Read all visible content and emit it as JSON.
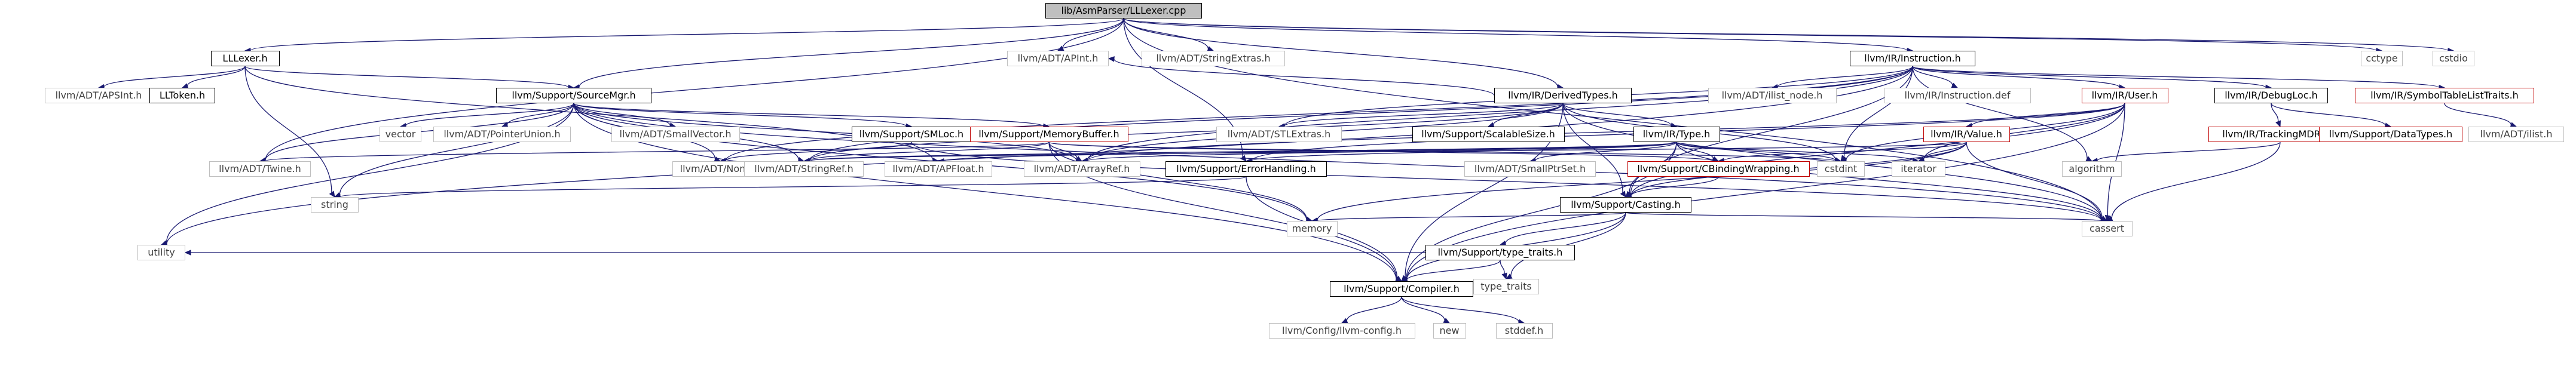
{
  "graph": {
    "nodes": [
      {
        "id": "root",
        "label": "lib/AsmParser/LLLexer.cpp",
        "style": "gray"
      },
      {
        "id": "lllexer_h",
        "label": "LLLexer.h",
        "style": "black"
      },
      {
        "id": "apint_h",
        "label": "llvm/ADT/APInt.h",
        "style": "plain"
      },
      {
        "id": "stringextras_h",
        "label": "llvm/ADT/StringExtras.h",
        "style": "plain"
      },
      {
        "id": "instruction_h",
        "label": "llvm/IR/Instruction.h",
        "style": "black"
      },
      {
        "id": "cctype",
        "label": "cctype",
        "style": "plain"
      },
      {
        "id": "cstdio",
        "label": "cstdio",
        "style": "plain"
      },
      {
        "id": "apsint_h",
        "label": "llvm/ADT/APSInt.h",
        "style": "plain"
      },
      {
        "id": "lltoken_h",
        "label": "LLToken.h",
        "style": "black"
      },
      {
        "id": "sourcemgr_h",
        "label": "llvm/Support/SourceMgr.h",
        "style": "black"
      },
      {
        "id": "derivedtypes_h",
        "label": "llvm/IR/DerivedTypes.h",
        "style": "black"
      },
      {
        "id": "ilist_node_h",
        "label": "llvm/ADT/ilist_node.h",
        "style": "plain"
      },
      {
        "id": "instruction_def",
        "label": "llvm/IR/Instruction.def",
        "style": "plain"
      },
      {
        "id": "user_h",
        "label": "llvm/IR/User.h",
        "style": "red"
      },
      {
        "id": "debugloc_h",
        "label": "llvm/IR/DebugLoc.h",
        "style": "black"
      },
      {
        "id": "symboltablelisttraits_h",
        "label": "llvm/IR/SymbolTableListTraits.h",
        "style": "red"
      },
      {
        "id": "vector",
        "label": "vector",
        "style": "plain"
      },
      {
        "id": "pointerunion_h",
        "label": "llvm/ADT/PointerUnion.h",
        "style": "plain"
      },
      {
        "id": "smallvector_h",
        "label": "llvm/ADT/SmallVector.h",
        "style": "plain"
      },
      {
        "id": "smloc_h",
        "label": "llvm/Support/SMLoc.h",
        "style": "black"
      },
      {
        "id": "memorybuffer_h",
        "label": "llvm/Support/MemoryBuffer.h",
        "style": "red"
      },
      {
        "id": "stlextras_h",
        "label": "llvm/ADT/STLExtras.h",
        "style": "plain"
      },
      {
        "id": "scalablesize_h",
        "label": "llvm/Support/ScalableSize.h",
        "style": "black"
      },
      {
        "id": "type_h",
        "label": "llvm/IR/Type.h",
        "style": "black"
      },
      {
        "id": "value_h",
        "label": "llvm/IR/Value.h",
        "style": "red"
      },
      {
        "id": "trackingmdref_h",
        "label": "llvm/IR/TrackingMDRef.h",
        "style": "red"
      },
      {
        "id": "datatypes_h",
        "label": "llvm/Support/DataTypes.h",
        "style": "red"
      },
      {
        "id": "ilist_h",
        "label": "llvm/ADT/ilist.h",
        "style": "plain"
      },
      {
        "id": "twine_h",
        "label": "llvm/ADT/Twine.h",
        "style": "plain"
      },
      {
        "id": "none_h",
        "label": "llvm/ADT/None.h",
        "style": "plain"
      },
      {
        "id": "stringref_h",
        "label": "llvm/ADT/StringRef.h",
        "style": "plain"
      },
      {
        "id": "apfloat_h",
        "label": "llvm/ADT/APFloat.h",
        "style": "plain"
      },
      {
        "id": "arrayref_h",
        "label": "llvm/ADT/ArrayRef.h",
        "style": "plain"
      },
      {
        "id": "errorhandling_h",
        "label": "llvm/Support/ErrorHandling.h",
        "style": "black"
      },
      {
        "id": "smallptrset_h",
        "label": "llvm/ADT/SmallPtrSet.h",
        "style": "plain"
      },
      {
        "id": "cbindingwrapping_h",
        "label": "llvm/Support/CBindingWrapping.h",
        "style": "red"
      },
      {
        "id": "cstdint",
        "label": "cstdint",
        "style": "plain"
      },
      {
        "id": "iterator",
        "label": "iterator",
        "style": "plain"
      },
      {
        "id": "algorithm",
        "label": "algorithm",
        "style": "plain"
      },
      {
        "id": "string",
        "label": "string",
        "style": "plain"
      },
      {
        "id": "casting_h",
        "label": "llvm/Support/Casting.h",
        "style": "black"
      },
      {
        "id": "memory",
        "label": "memory",
        "style": "plain"
      },
      {
        "id": "cassert",
        "label": "cassert",
        "style": "plain"
      },
      {
        "id": "utility",
        "label": "utility",
        "style": "plain"
      },
      {
        "id": "type_traits_h",
        "label": "llvm/Support/type_traits.h",
        "style": "black"
      },
      {
        "id": "type_traits",
        "label": "type_traits",
        "style": "plain"
      },
      {
        "id": "compiler_h",
        "label": "llvm/Support/Compiler.h",
        "style": "black"
      },
      {
        "id": "llvm_config_h",
        "label": "llvm/Config/llvm-config.h",
        "style": "plain"
      },
      {
        "id": "new",
        "label": "new",
        "style": "plain"
      },
      {
        "id": "stddef_h",
        "label": "stddef.h",
        "style": "plain"
      }
    ],
    "edges": [
      [
        "root",
        "lllexer_h"
      ],
      [
        "root",
        "apint_h"
      ],
      [
        "root",
        "stringextras_h"
      ],
      [
        "root",
        "instruction_h"
      ],
      [
        "root",
        "cctype"
      ],
      [
        "root",
        "cstdio"
      ],
      [
        "root",
        "sourcemgr_h"
      ],
      [
        "root",
        "derivedtypes_h"
      ],
      [
        "root",
        "errorhandling_h"
      ],
      [
        "root",
        "twine_h"
      ],
      [
        "root",
        "cassert"
      ],
      [
        "lllexer_h",
        "apsint_h"
      ],
      [
        "lllexer_h",
        "lltoken_h"
      ],
      [
        "lllexer_h",
        "sourcemgr_h"
      ],
      [
        "lllexer_h",
        "string"
      ],
      [
        "lllexer_h",
        "apfloat_h"
      ],
      [
        "instruction_h",
        "ilist_node_h"
      ],
      [
        "instruction_h",
        "instruction_def"
      ],
      [
        "instruction_h",
        "user_h"
      ],
      [
        "instruction_h",
        "debugloc_h"
      ],
      [
        "instruction_h",
        "symboltablelisttraits_h"
      ],
      [
        "instruction_h",
        "arrayref_h"
      ],
      [
        "instruction_h",
        "stringref_h"
      ],
      [
        "instruction_h",
        "cstdint"
      ],
      [
        "instruction_h",
        "utility"
      ],
      [
        "instruction_h",
        "casting_h"
      ],
      [
        "instruction_h",
        "algorithm"
      ],
      [
        "instruction_h",
        "stlextras_h"
      ],
      [
        "instruction_h",
        "none_h"
      ],
      [
        "sourcemgr_h",
        "vector"
      ],
      [
        "sourcemgr_h",
        "pointerunion_h"
      ],
      [
        "sourcemgr_h",
        "smallvector_h"
      ],
      [
        "sourcemgr_h",
        "smloc_h"
      ],
      [
        "sourcemgr_h",
        "memorybuffer_h"
      ],
      [
        "sourcemgr_h",
        "twine_h"
      ],
      [
        "sourcemgr_h",
        "none_h"
      ],
      [
        "sourcemgr_h",
        "stringref_h"
      ],
      [
        "sourcemgr_h",
        "arrayref_h"
      ],
      [
        "sourcemgr_h",
        "string"
      ],
      [
        "sourcemgr_h",
        "memory"
      ],
      [
        "sourcemgr_h",
        "utility"
      ],
      [
        "sourcemgr_h",
        "cassert"
      ],
      [
        "sourcemgr_h",
        "compiler_h"
      ],
      [
        "derivedtypes_h",
        "stlextras_h"
      ],
      [
        "derivedtypes_h",
        "scalablesize_h"
      ],
      [
        "derivedtypes_h",
        "type_h"
      ],
      [
        "derivedtypes_h",
        "arrayref_h"
      ],
      [
        "derivedtypes_h",
        "stringref_h"
      ],
      [
        "derivedtypes_h",
        "casting_h"
      ],
      [
        "derivedtypes_h",
        "compiler_h"
      ],
      [
        "derivedtypes_h",
        "cassert"
      ],
      [
        "derivedtypes_h",
        "cstdint"
      ],
      [
        "derivedtypes_h",
        "apint_h"
      ],
      [
        "user_h",
        "value_h"
      ],
      [
        "user_h",
        "iterator"
      ],
      [
        "user_h",
        "cassert"
      ],
      [
        "user_h",
        "casting_h"
      ],
      [
        "user_h",
        "compiler_h"
      ],
      [
        "user_h",
        "errorhandling_h"
      ],
      [
        "user_h",
        "cstdint"
      ],
      [
        "user_h",
        "arrayref_h"
      ],
      [
        "debugloc_h",
        "trackingmdref_h"
      ],
      [
        "debugloc_h",
        "datatypes_h"
      ],
      [
        "symboltablelisttraits_h",
        "ilist_h"
      ],
      [
        "smloc_h",
        "none_h"
      ],
      [
        "smloc_h",
        "cassert"
      ],
      [
        "memorybuffer_h",
        "twine_h"
      ],
      [
        "memorybuffer_h",
        "stringref_h"
      ],
      [
        "memorybuffer_h",
        "arrayref_h"
      ],
      [
        "memorybuffer_h",
        "cbindingwrapping_h"
      ],
      [
        "memorybuffer_h",
        "memory"
      ],
      [
        "memorybuffer_h",
        "cstdint"
      ],
      [
        "memorybuffer_h",
        "compiler_h"
      ],
      [
        "type_h",
        "apfloat_h"
      ],
      [
        "type_h",
        "arrayref_h"
      ],
      [
        "type_h",
        "smallptrset_h"
      ],
      [
        "type_h",
        "cbindingwrapping_h"
      ],
      [
        "type_h",
        "casting_h"
      ],
      [
        "type_h",
        "compiler_h"
      ],
      [
        "type_h",
        "errorhandling_h"
      ],
      [
        "type_h",
        "cassert"
      ],
      [
        "type_h",
        "cstdint"
      ],
      [
        "type_h",
        "iterator"
      ],
      [
        "type_h",
        "stringref_h"
      ],
      [
        "value_h",
        "cbindingwrapping_h"
      ],
      [
        "value_h",
        "casting_h"
      ],
      [
        "value_h",
        "iterator"
      ],
      [
        "value_h",
        "cassert"
      ],
      [
        "value_h",
        "memory"
      ],
      [
        "value_h",
        "stringref_h"
      ],
      [
        "trackingmdref_h",
        "algorithm"
      ],
      [
        "trackingmdref_h",
        "cassert"
      ],
      [
        "errorhandling_h",
        "string"
      ],
      [
        "errorhandling_h",
        "compiler_h"
      ],
      [
        "cbindingwrapping_h",
        "casting_h"
      ],
      [
        "casting_h",
        "type_traits_h"
      ],
      [
        "casting_h",
        "memory"
      ],
      [
        "casting_h",
        "cassert"
      ],
      [
        "casting_h",
        "type_traits"
      ],
      [
        "casting_h",
        "compiler_h"
      ],
      [
        "type_traits_h",
        "utility"
      ],
      [
        "type_traits_h",
        "type_traits"
      ],
      [
        "type_traits_h",
        "compiler_h"
      ],
      [
        "compiler_h",
        "llvm_config_h"
      ],
      [
        "compiler_h",
        "new"
      ],
      [
        "compiler_h",
        "stddef_h"
      ]
    ]
  }
}
